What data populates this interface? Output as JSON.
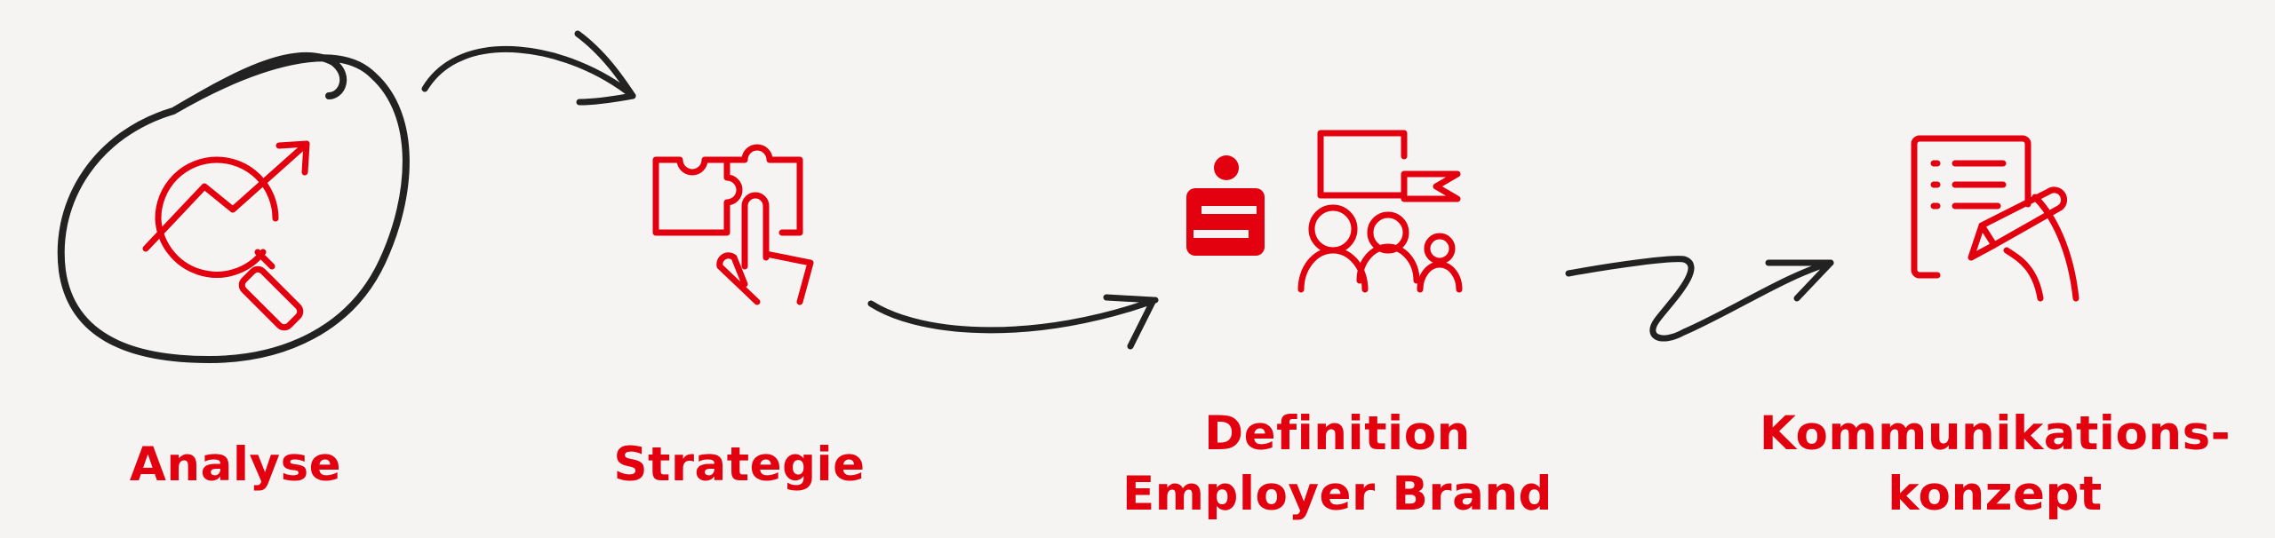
{
  "colors": {
    "accent": "#e3000f",
    "ink": "#222222",
    "background": "#f6f4f3"
  },
  "steps": [
    {
      "icon": "magnifier-trend-icon",
      "label_lines": [
        "Analyse"
      ]
    },
    {
      "icon": "puzzle-hand-icon",
      "label_lines": [
        "Strategie"
      ]
    },
    {
      "icon": "sparkasse-team-flag-icon",
      "label_lines": [
        "Definition",
        "Employer Brand"
      ]
    },
    {
      "icon": "document-pen-icon",
      "label_lines": [
        "Kommunikations-",
        "konzept"
      ]
    }
  ]
}
